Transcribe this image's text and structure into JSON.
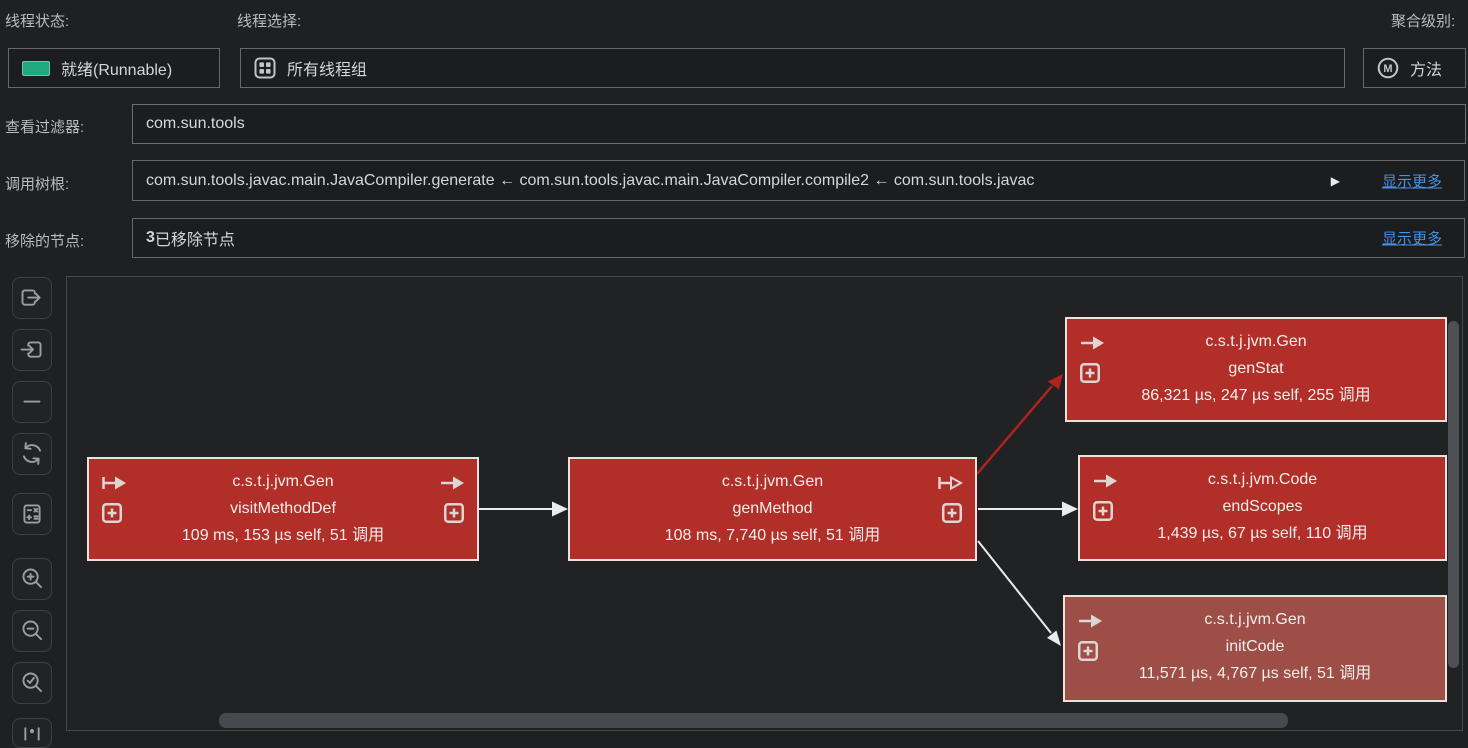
{
  "colors": {
    "node_red": "#b12f28",
    "node_muted_red": "#9d4e47",
    "edge_red": "#b2231d",
    "edge_white": "#e9ebec",
    "link_blue": "#4693e4",
    "runnable_green": "#1fa97c"
  },
  "header": {
    "thread_state": {
      "label": "线程状态:",
      "value": "就绪(Runnable)",
      "icon": "runnable-state-chip"
    },
    "thread_selection": {
      "label": "线程选择:",
      "value": "所有线程组",
      "icon": "thread-groups-icon"
    },
    "aggregation": {
      "label": "聚合级别:",
      "value": "方法",
      "icon": "method-icon",
      "icon_letter": "M"
    },
    "view_filter": {
      "label": "查看过滤器:",
      "value": "com.sun.tools"
    },
    "call_tree_root": {
      "label": "调用树根:",
      "value": "com.sun.tools.javac.main.JavaCompiler.generate ← com.sun.tools.javac.main.JavaCompiler.compile2 ← com.sun.tools.javac",
      "truncated": "▶",
      "show_more": "显示更多"
    },
    "removed_nodes": {
      "label": "移除的节点:",
      "count": "3",
      "text": "已移除节点",
      "show_more": "显示更多"
    }
  },
  "toolbar": {
    "items": [
      {
        "name": "show-outgoing-calls-icon"
      },
      {
        "name": "show-incoming-calls-icon"
      },
      {
        "name": "remove-node-icon"
      },
      {
        "name": "refresh-icon"
      },
      {
        "name": "calculate-icon"
      },
      {
        "name": "zoom-in-icon"
      },
      {
        "name": "zoom-out-icon"
      },
      {
        "name": "zoom-fit-icon"
      },
      {
        "name": "zoom-actual-size-icon"
      }
    ]
  },
  "graph": {
    "nodes": [
      {
        "class_name": "c.s.t.j.jvm.Gen",
        "method": "visitMethodDef",
        "stats": "109 ms, 153 µs self, 51 调用"
      },
      {
        "class_name": "c.s.t.j.jvm.Gen",
        "method": "genMethod",
        "stats": "108 ms, 7,740 µs self, 51 调用"
      },
      {
        "class_name": "c.s.t.j.jvm.Gen",
        "method": "genStat",
        "stats": "86,321 µs, 247 µs self, 255 调用"
      },
      {
        "class_name": "c.s.t.j.jvm.Code",
        "method": "endScopes",
        "stats": "1,439 µs, 67 µs self, 110 调用"
      },
      {
        "class_name": "c.s.t.j.jvm.Gen",
        "method": "initCode",
        "stats": "11,571 µs, 4,767 µs self, 51 调用"
      }
    ],
    "edges": [
      {
        "from": "visitMethodDef",
        "to": "genMethod",
        "color": "white"
      },
      {
        "from": "genMethod",
        "to": "genStat",
        "color": "red"
      },
      {
        "from": "genMethod",
        "to": "endScopes",
        "color": "white"
      },
      {
        "from": "genMethod",
        "to": "initCode",
        "color": "white"
      }
    ]
  }
}
